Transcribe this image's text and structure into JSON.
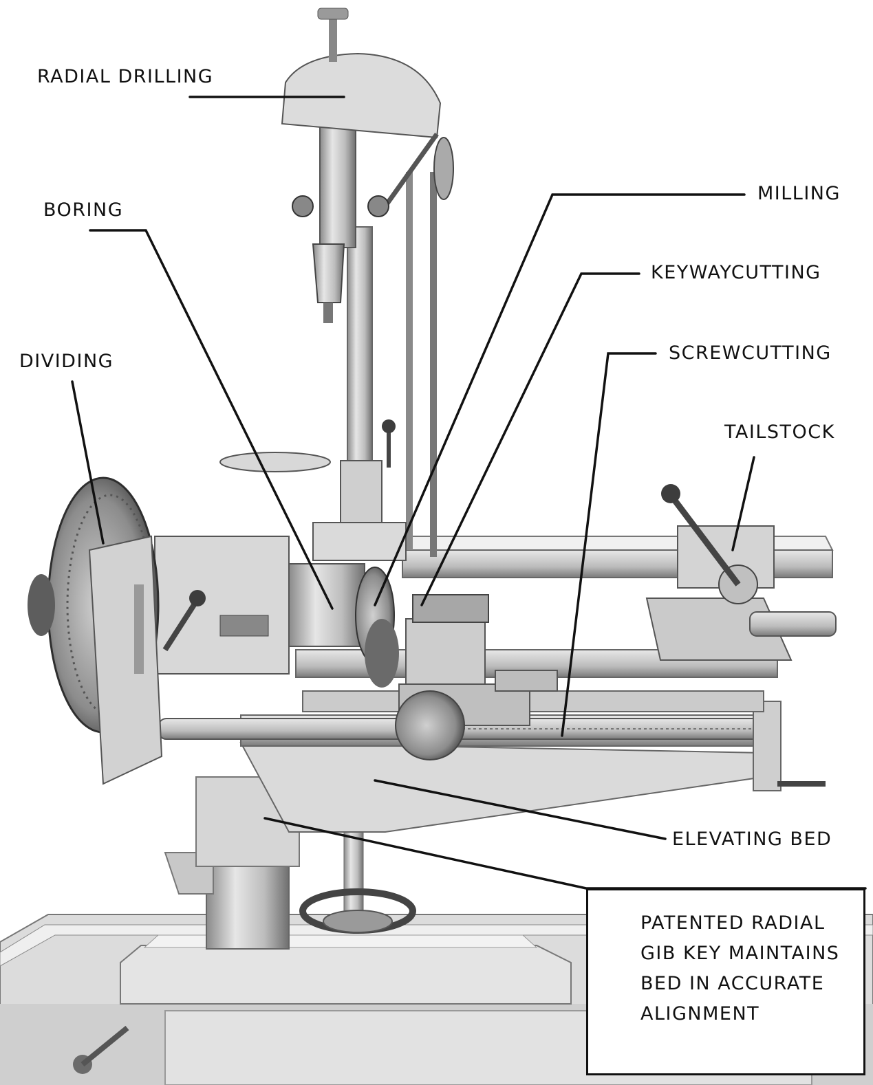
{
  "labels": {
    "radial_drilling": "RADIAL DRILLING",
    "boring": "BORING",
    "dividing": "DIVIDING",
    "milling": "MILLING",
    "keywaycutting": "KEYWAYCUTTING",
    "screwcutting": "SCREWCUTTING",
    "tailstock": "TAILSTOCK",
    "elevating_bed": "ELEVATING BED"
  },
  "callout": {
    "lines": [
      "PATENTED RADIAL",
      "GIB KEY MAINTAINS",
      "BED IN ACCURATE",
      "ALIGNMENT"
    ]
  },
  "colors": {
    "ink": "#111111",
    "machine_light": "#d9d9d9",
    "machine_mid": "#a9a9a9",
    "machine_dark": "#555555",
    "background": "#ffffff"
  }
}
